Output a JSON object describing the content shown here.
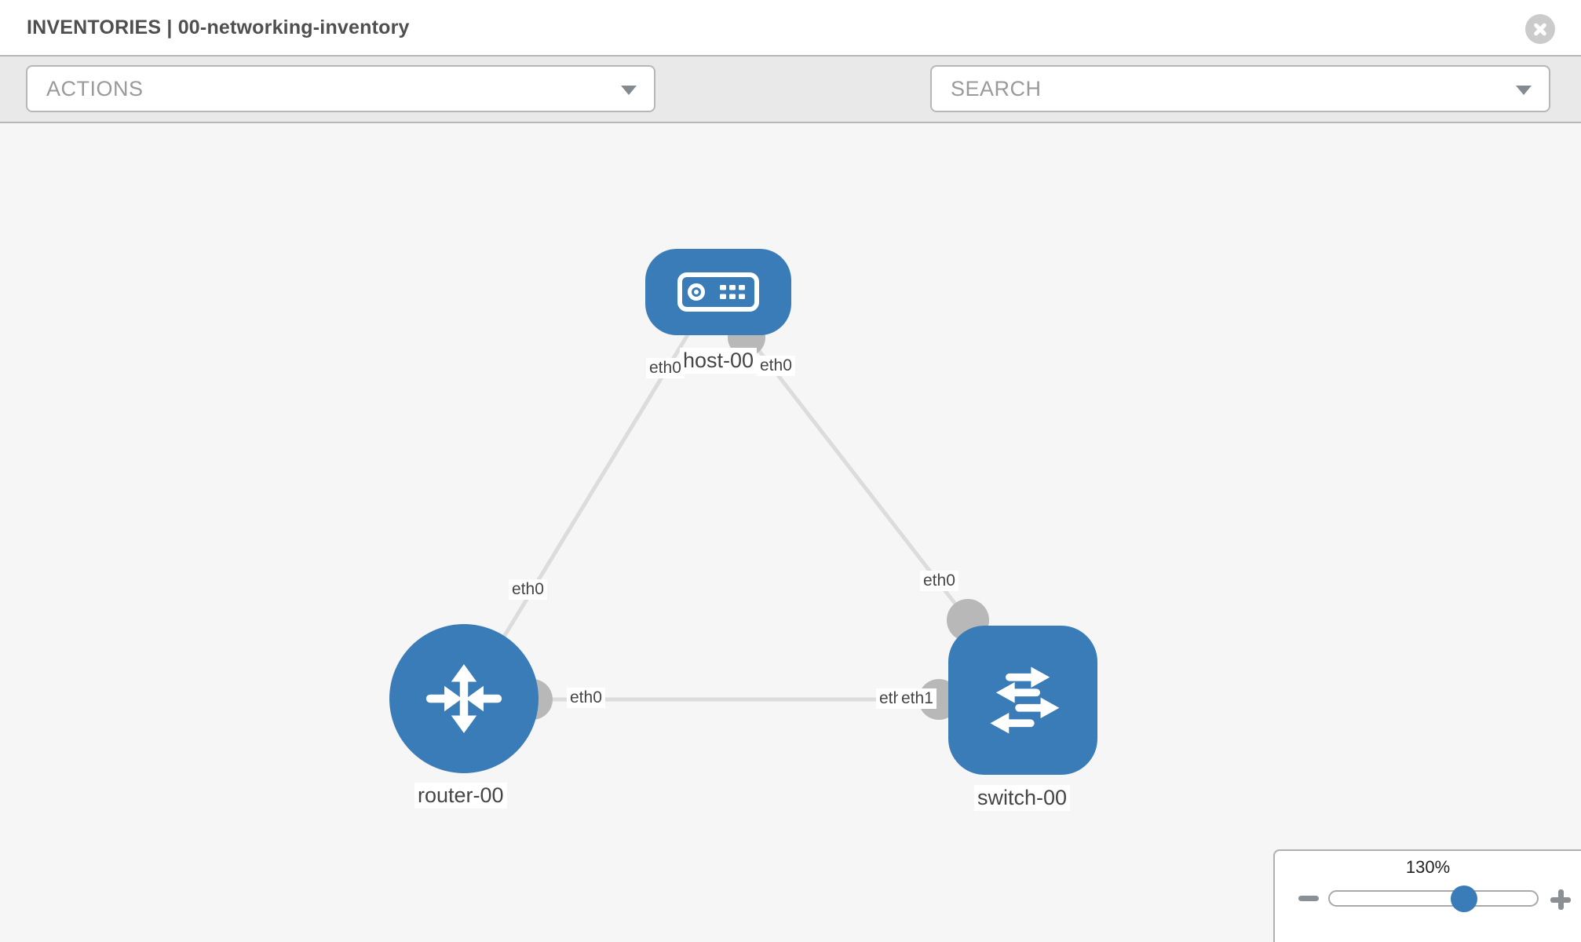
{
  "header": {
    "title": "INVENTORIES | 00-networking-inventory"
  },
  "toolbar": {
    "actions_label": "ACTIONS",
    "search_label": "SEARCH",
    "icons": [
      {
        "name": "wrench-icon"
      },
      {
        "name": "key-icon"
      }
    ]
  },
  "topology": {
    "nodes": [
      {
        "id": "host-00",
        "label": "host-00",
        "type": "host"
      },
      {
        "id": "router-00",
        "label": "router-00",
        "type": "router"
      },
      {
        "id": "switch-00",
        "label": "switch-00",
        "type": "switch"
      }
    ],
    "links": [
      {
        "from": "host-00",
        "from_if": "eth0",
        "to": "router-00",
        "to_if": "eth0"
      },
      {
        "from": "host-00",
        "from_if": "eth0",
        "to": "switch-00",
        "to_if": "eth0"
      },
      {
        "from": "router-00",
        "from_if": "eth0",
        "to": "switch-00",
        "to_if": "eth1",
        "to_if_overlapped": "eth0"
      }
    ]
  },
  "zoom_control": {
    "level": "130%"
  },
  "colors": {
    "node_blue": "#3a7cb8",
    "link_gray": "#dcdcdc",
    "endpoint_gray": "#b8b8b8",
    "canvas_bg": "#f6f6f6",
    "toolbar_bg": "#e9e9e9",
    "border_gray": "#b7b7b7",
    "placeholder_gray": "#9a9a9a",
    "icon_gray": "#848b90"
  }
}
